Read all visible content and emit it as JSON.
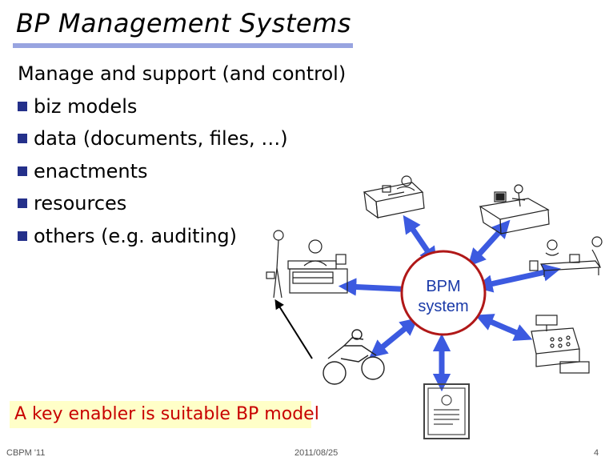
{
  "slide": {
    "title": "BP Management Systems",
    "heading": "Manage and support (and control)",
    "bullets": [
      "biz models",
      "data (documents, files, …)",
      "enactments",
      "resources",
      "others (e.g. auditing)"
    ],
    "center_label_line1": "BPM",
    "center_label_line2": "system",
    "enabler_text": "A key enabler is suitable BP model"
  },
  "footer": {
    "left": "CBPM '11",
    "center": "2011/08/25",
    "page": "4"
  },
  "colors": {
    "title_rule": "#98a4e0",
    "bullet_square": "#24308a",
    "arrow_blue": "#3c5ae0",
    "circle_border": "#b01818",
    "enabler_text": "#c80000",
    "enabler_bg": "#ffffc8"
  },
  "icons": [
    "desk-worker-icon",
    "computer-workstation-icon",
    "meeting-icon",
    "office-service-icon",
    "cash-register-icon",
    "certificate-icon",
    "motorbike-icon"
  ]
}
